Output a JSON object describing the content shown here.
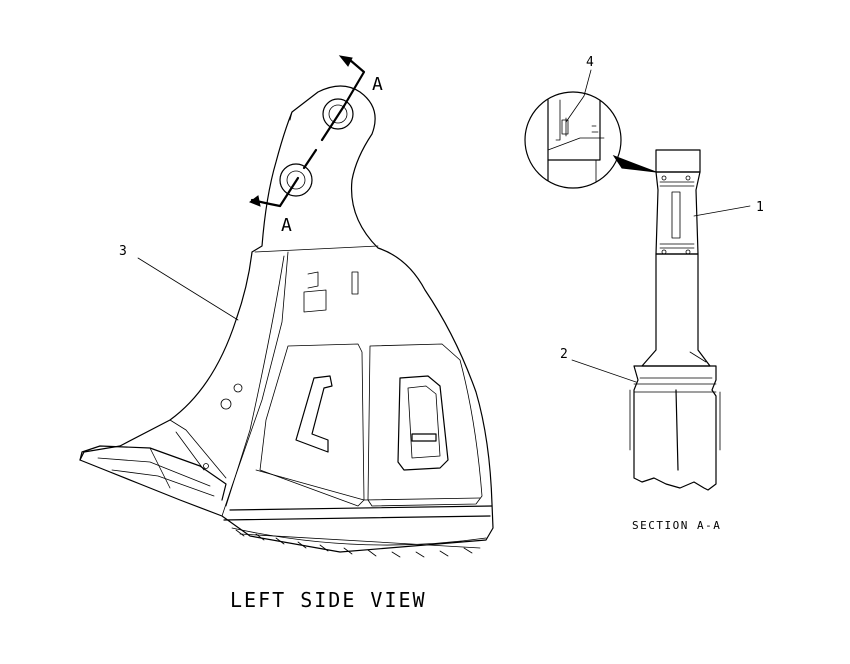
{
  "views": {
    "left_side_view": {
      "title": "LEFT SIDE VIEW",
      "section_marker_top": "A",
      "section_marker_bottom": "A",
      "callout_3": "3"
    },
    "section_view": {
      "title": "SECTION A-A",
      "callout_1": "1",
      "callout_2": "2",
      "callout_4": "4"
    }
  }
}
